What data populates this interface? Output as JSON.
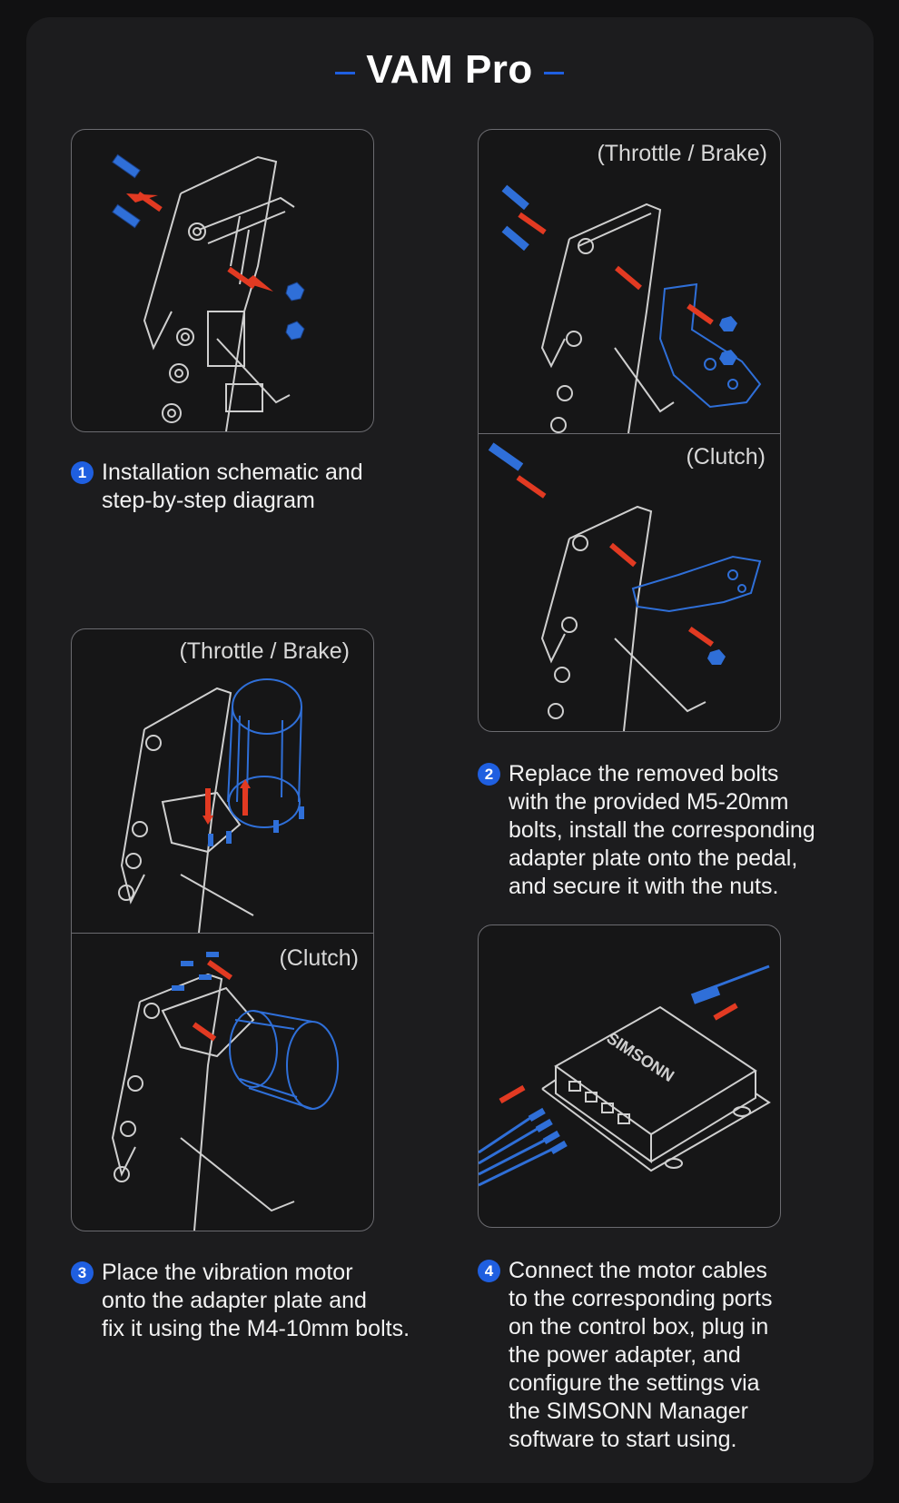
{
  "title": "VAM Pro",
  "panels": {
    "p1": {},
    "p2_top": {
      "label": "(Throttle / Brake)"
    },
    "p2_bottom": {
      "label": "(Clutch)"
    },
    "p3_top": {
      "label": "(Throttle / Brake)"
    },
    "p3_bottom": {
      "label": "(Clutch)"
    },
    "p4": {
      "brand": "SIMSONN"
    }
  },
  "steps": [
    {
      "number": "1",
      "text": "Installation schematic and\nstep-by-step diagram"
    },
    {
      "number": "2",
      "text": "Replace the removed bolts\nwith the provided M5-20mm\nbolts, install the corresponding\nadapter plate onto the pedal,\nand secure it with the nuts."
    },
    {
      "number": "3",
      "text": "Place the vibration motor\nonto the adapter plate and\nfix it using the M4-10mm bolts."
    },
    {
      "number": "4",
      "text": "Connect the motor cables\nto the corresponding ports\non the control box, plug in\nthe power adapter, and\nconfigure the settings via\nthe SIMSONN Manager\nsoftware to start using."
    }
  ],
  "colors": {
    "accent_blue": "#1f5fe0",
    "arrow_red": "#e23a22",
    "part_blue": "#2f6fd8",
    "line": "#cfcfcf"
  }
}
